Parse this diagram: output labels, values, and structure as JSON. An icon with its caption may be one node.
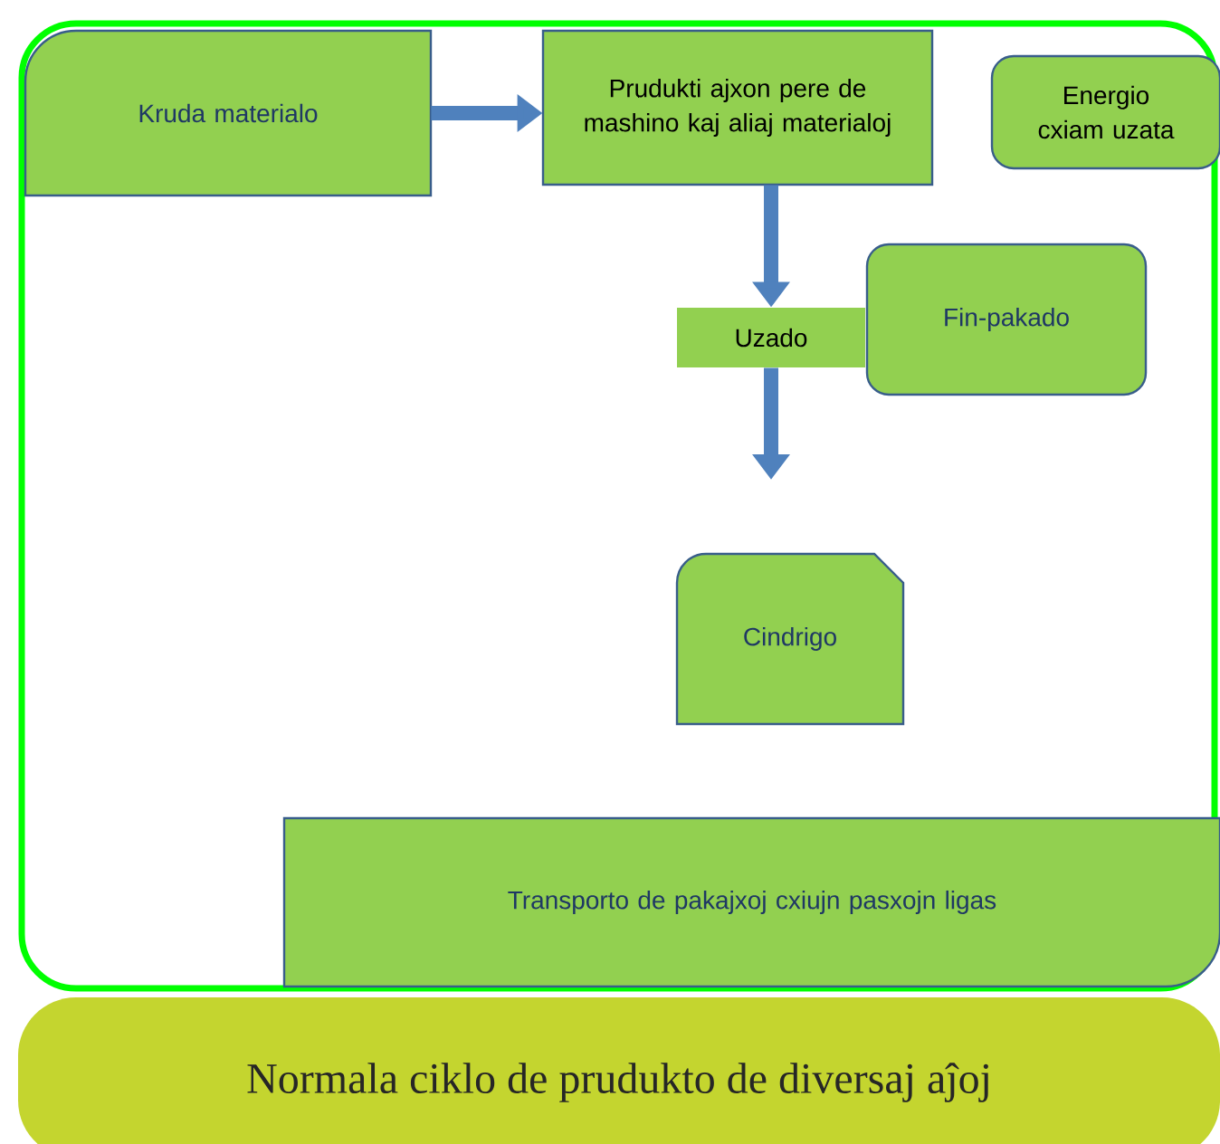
{
  "diagram": {
    "title": "Normala ciklo de prudukto de diversaj aĵoj",
    "nodes": [
      {
        "text": [
          "Kruda materialo"
        ]
      },
      {
        "text": [
          "Prudukti ajxon pere de mashino kaj aliaj materialoj"
        ]
      },
      {
        "text": [
          "Energio cxiam uzata"
        ]
      },
      {
        "text": [
          "Uzado"
        ]
      },
      {
        "text": [
          "Fin-pakado"
        ]
      },
      {
        "text": [
          "Cindrigo"
        ]
      },
      {
        "text": [
          "Transporto de pakajxoj cxiujn pasxojn ligas"
        ]
      }
    ],
    "edges": [
      {
        "from": 0,
        "to": 1,
        "arrow": "to"
      },
      {
        "from": 1,
        "to": 3,
        "arrow": "to"
      },
      {
        "from": 3,
        "to": null,
        "arrow": "to"
      }
    ]
  }
}
